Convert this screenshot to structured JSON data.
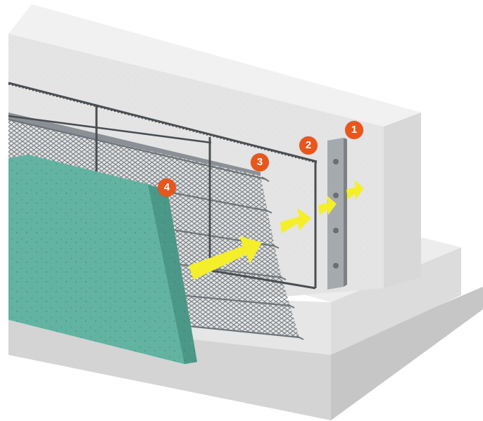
{
  "markers": [
    {
      "id": "1",
      "label": "1"
    },
    {
      "id": "2",
      "label": "2"
    },
    {
      "id": "3",
      "label": "3"
    },
    {
      "id": "4",
      "label": "4"
    }
  ],
  "colors": {
    "marker": "#e8561c",
    "arrow": "#f4ef2a",
    "panel": "#5fb0a0",
    "concrete_top": "#eeeeee",
    "concrete_front": "#e2e2e2",
    "footing": "#d9d9d9",
    "rebar": "#4a4e52",
    "mesh": "#7c8287",
    "plate": "#9ea3a8"
  },
  "icons": [
    "right-arrow-icon"
  ]
}
